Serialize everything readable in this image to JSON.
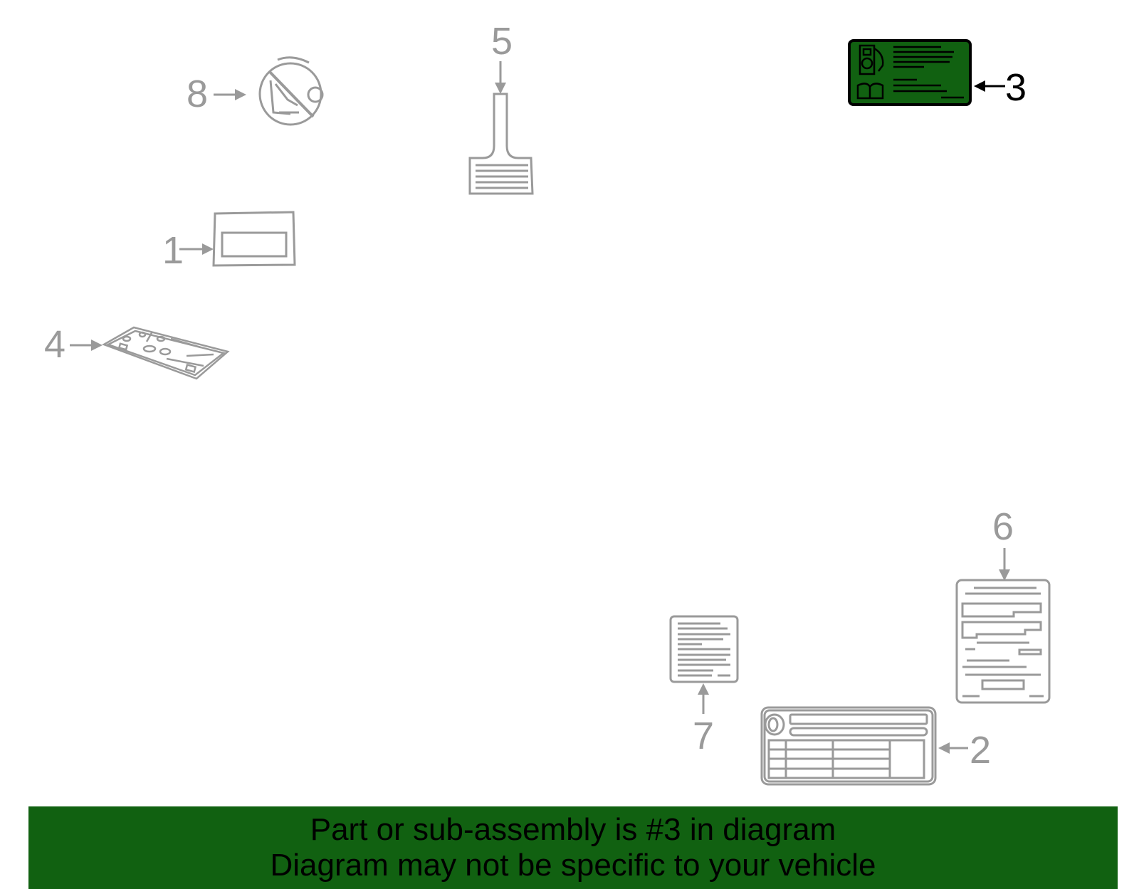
{
  "colors": {
    "part_stroke": "#9a9a9a",
    "highlight_fill": "#116111",
    "highlight_stroke": "#000000",
    "banner_bg": "#116111",
    "banner_text": "#000000"
  },
  "callouts": {
    "c1": "1",
    "c2": "2",
    "c3": "3",
    "c4": "4",
    "c5": "5",
    "c6": "6",
    "c7": "7",
    "c8": "8"
  },
  "highlighted_part": "3",
  "banner": {
    "line1": "Part or sub-assembly is #3 in diagram",
    "line2": "Diagram may not be specific to your vehicle"
  }
}
